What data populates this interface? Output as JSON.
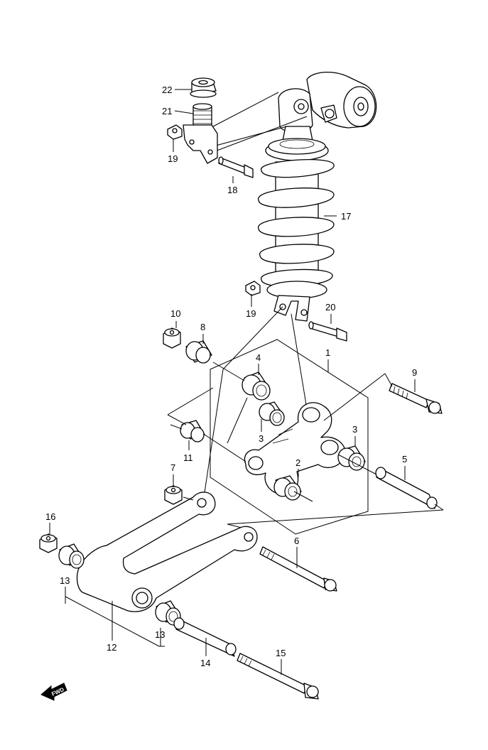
{
  "callouts": {
    "p1": "1",
    "p2": "2",
    "p3a": "3",
    "p3b": "3",
    "p4": "4",
    "p5": "5",
    "p6": "6",
    "p7": "7",
    "p8": "8",
    "p9": "9",
    "p10": "10",
    "p11": "11",
    "p12": "12",
    "p13a": "13",
    "p13b": "13",
    "p14": "14",
    "p15": "15",
    "p16": "16",
    "p17": "17",
    "p18": "18",
    "p19a": "19",
    "p19b": "19",
    "p20": "20",
    "p21": "21",
    "p22": "22"
  },
  "fwd_label": "FWD"
}
